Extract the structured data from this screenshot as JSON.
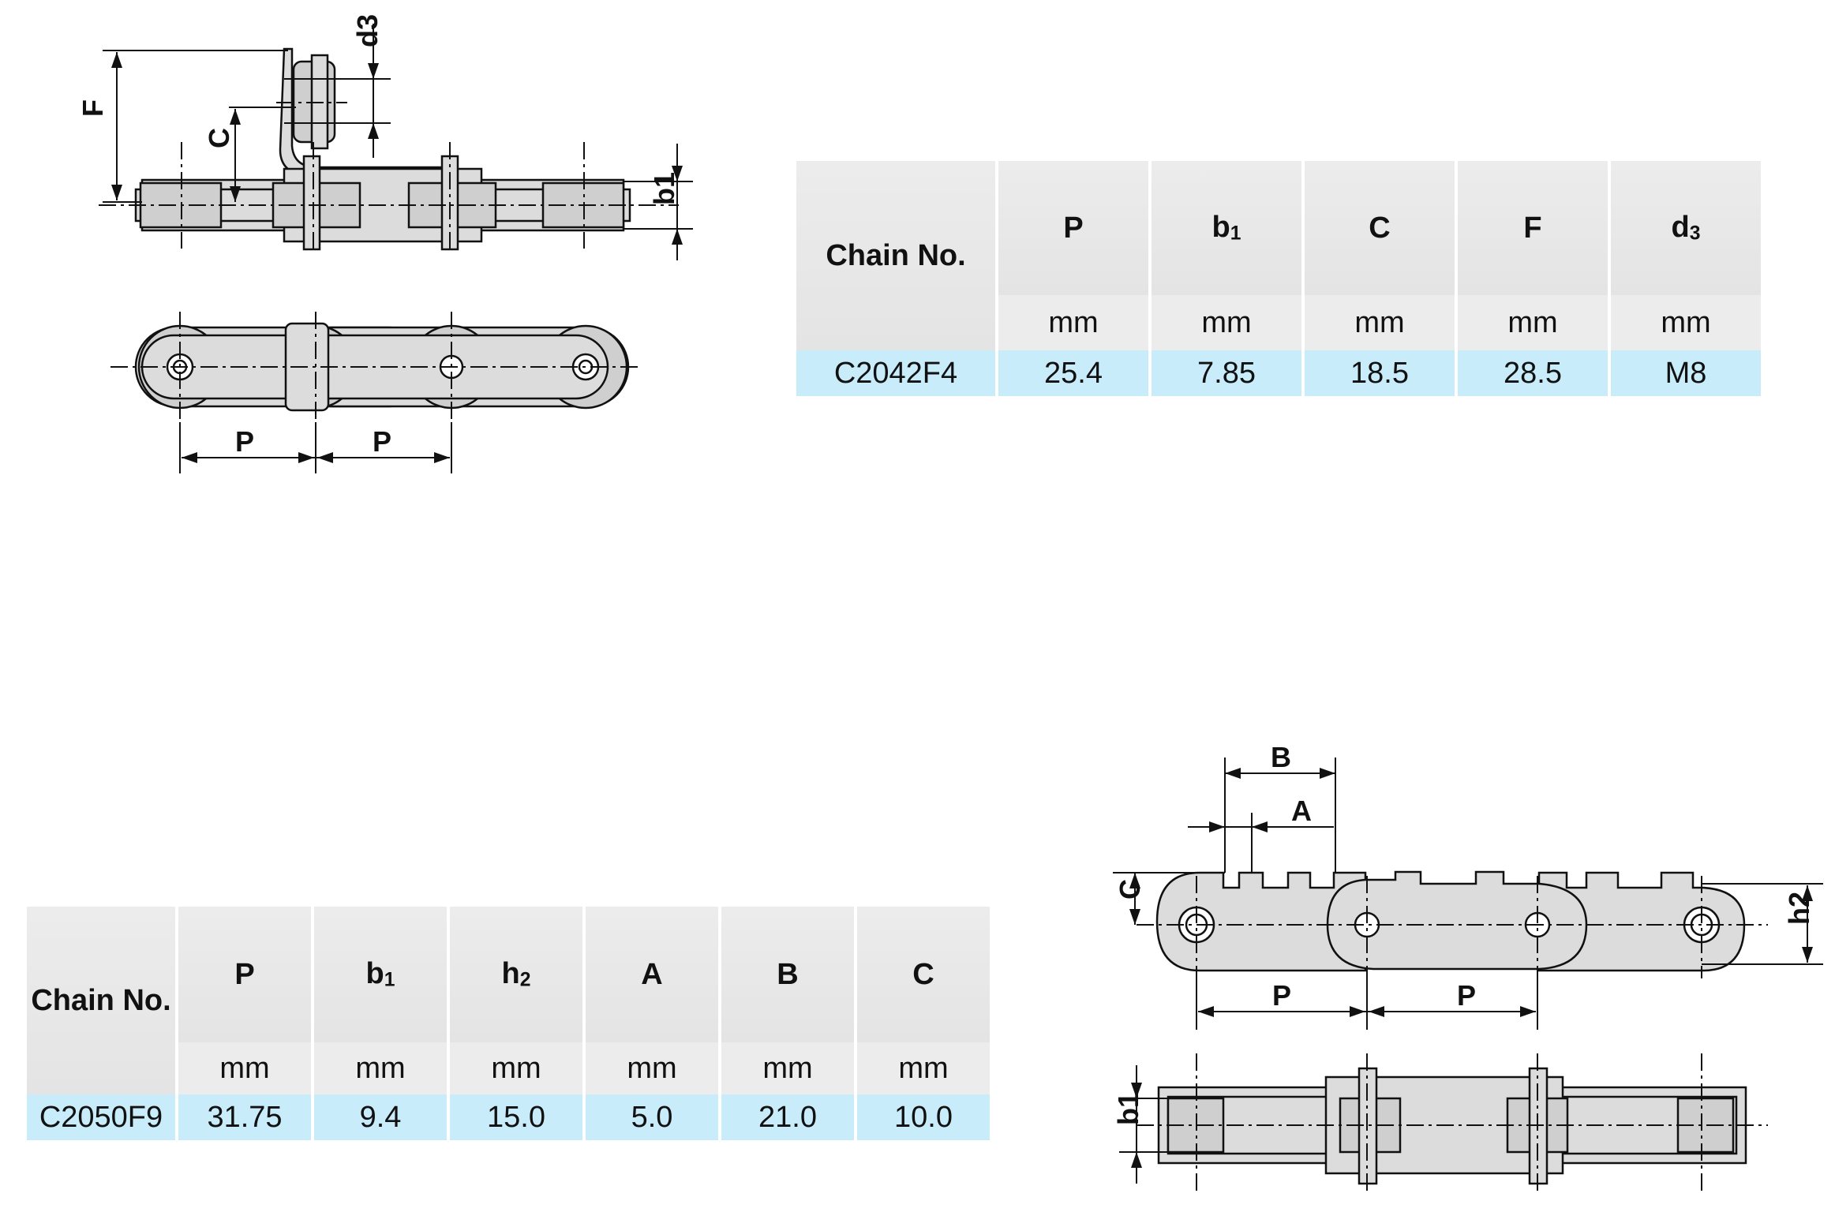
{
  "top_diagram": {
    "labels": {
      "F": "F",
      "C": "C",
      "d3": "d3",
      "b1": "b1",
      "P1": "P",
      "P2": "P"
    }
  },
  "table1": {
    "chain_label": "Chain No.",
    "columns": [
      {
        "sym": "P",
        "sub": "",
        "unit": "mm"
      },
      {
        "sym": "b",
        "sub": "1",
        "unit": "mm"
      },
      {
        "sym": "C",
        "sub": "",
        "unit": "mm"
      },
      {
        "sym": "F",
        "sub": "",
        "unit": "mm"
      },
      {
        "sym": "d",
        "sub": "3",
        "unit": "mm"
      }
    ],
    "row": {
      "chain": "C2042F4",
      "values": [
        "25.4",
        "7.85",
        "18.5",
        "28.5",
        "M8"
      ]
    }
  },
  "table2": {
    "chain_label": "Chain No.",
    "columns": [
      {
        "sym": "P",
        "sub": "",
        "unit": "mm"
      },
      {
        "sym": "b",
        "sub": "1",
        "unit": "mm"
      },
      {
        "sym": "h",
        "sub": "2",
        "unit": "mm"
      },
      {
        "sym": "A",
        "sub": "",
        "unit": "mm"
      },
      {
        "sym": "B",
        "sub": "",
        "unit": "mm"
      },
      {
        "sym": "C",
        "sub": "",
        "unit": "mm"
      }
    ],
    "row": {
      "chain": "C2050F9",
      "values": [
        "31.75",
        "9.4",
        "15.0",
        "5.0",
        "21.0",
        "10.0"
      ]
    }
  },
  "bottom_diagram": {
    "labels": {
      "B": "B",
      "A": "A",
      "C": "C",
      "h2": "h2",
      "b1": "b1",
      "P1": "P",
      "P2": "P"
    }
  }
}
